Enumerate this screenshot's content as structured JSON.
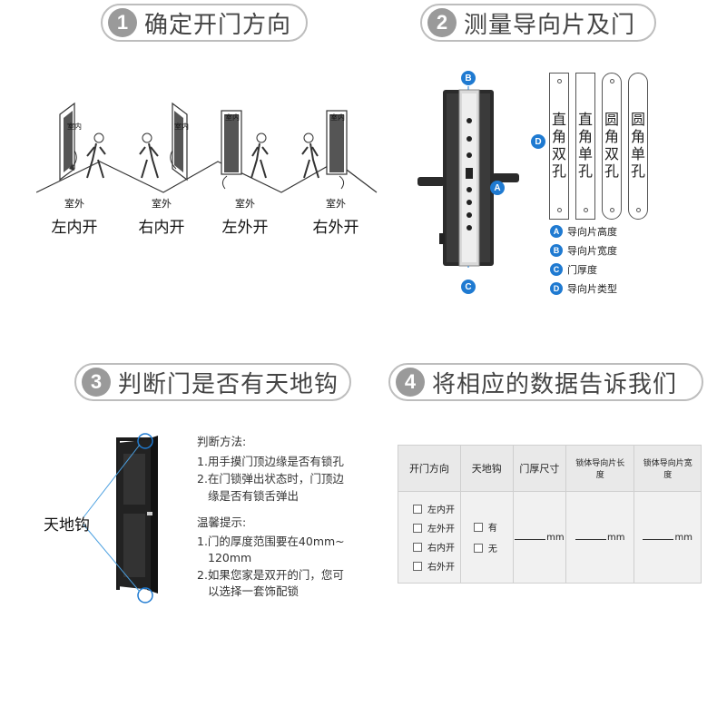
{
  "steps": [
    {
      "num": "1",
      "title": "确定开门方向"
    },
    {
      "num": "2",
      "title": "测量导向片及门"
    },
    {
      "num": "3",
      "title": "判断门是否有天地钩"
    },
    {
      "num": "4",
      "title": "将相应的数据告诉我们"
    }
  ],
  "doors": [
    {
      "name": "左内开",
      "inside": "室内",
      "outside": "室外"
    },
    {
      "name": "右内开",
      "inside": "室内",
      "outside": "室外"
    },
    {
      "name": "左外开",
      "inside": "室内",
      "outside": "室外"
    },
    {
      "name": "右外开",
      "inside": "室内",
      "outside": "室外"
    }
  ],
  "guide": {
    "badges": [
      "A",
      "B",
      "C",
      "D"
    ],
    "strip_types": [
      "直角双孔",
      "直角单孔",
      "圆角双孔",
      "圆角单孔"
    ],
    "legend": [
      {
        "badge": "A",
        "text": "导向片高度"
      },
      {
        "badge": "B",
        "text": "导向片宽度"
      },
      {
        "badge": "C",
        "text": "门厚度"
      },
      {
        "badge": "D",
        "text": "导向片类型"
      }
    ]
  },
  "hook": {
    "label": "天地钩",
    "method_title": "判断方法:",
    "method_lines": [
      "1.用手摸门顶边缘是否有锁孔",
      "2.在门锁弹出状态时，门顶边",
      "缘是否有锁舌弹出"
    ],
    "tip_title": "温馨提示:",
    "tip_lines": [
      "1.门的厚度范围要在40mm~",
      "120mm",
      "2.如果您家是双开的门，您可",
      "以选择一套饰配锁"
    ]
  },
  "form": {
    "headers": [
      "开门方向",
      "天地钩",
      "门厚尺寸",
      "锁体导向片长度",
      "锁体导向片宽度"
    ],
    "directions": [
      "左内开",
      "左外开",
      "右内开",
      "右外开"
    ],
    "hook_options": [
      "有",
      "无"
    ],
    "unit": "mm"
  },
  "colors": {
    "badge": "#1f7ad1",
    "pill_border": "#bdbdbd",
    "table_header": "#e9e9e9"
  }
}
